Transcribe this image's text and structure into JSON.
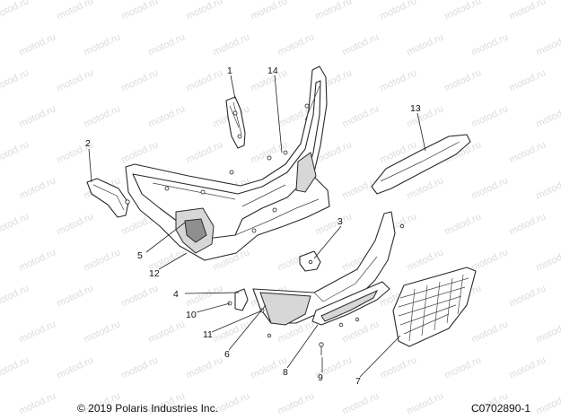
{
  "watermark_text": "motod.ru",
  "callouts": {
    "c1": "1",
    "c2": "2",
    "c3": "3",
    "c4": "4",
    "c5": "5",
    "c6": "6",
    "c7": "7",
    "c8": "8",
    "c9": "9",
    "c10": "10",
    "c11": "11",
    "c12": "12",
    "c13": "13",
    "c14": "14"
  },
  "footer": {
    "copyright": "© 2019 Polaris Industries Inc.",
    "diagram_code": "C0702890-1"
  }
}
